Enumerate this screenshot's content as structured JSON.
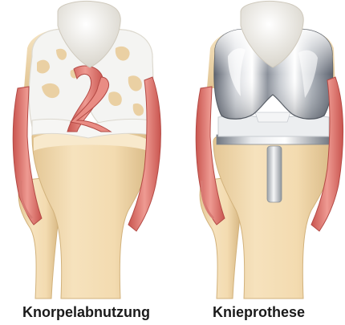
{
  "figure": {
    "left_panel": {
      "caption": "Knorpelabnutzung",
      "subject": "worn-cartilage-knee"
    },
    "right_panel": {
      "caption": "Knieprothese",
      "subject": "knee-prosthesis"
    }
  },
  "colors": {
    "bone": "#f3ddb4",
    "bone_shadow": "#dcbf8d",
    "muscle": "#e2867f",
    "muscle_dark": "#c9554f",
    "cartilage_white": "#f4f4f2",
    "worn_patch": "#ead0a3",
    "metal_light": "#f4f5f7",
    "metal_dark": "#5e6470",
    "plastic_insert": "#eceef0",
    "background": "#ffffff"
  }
}
